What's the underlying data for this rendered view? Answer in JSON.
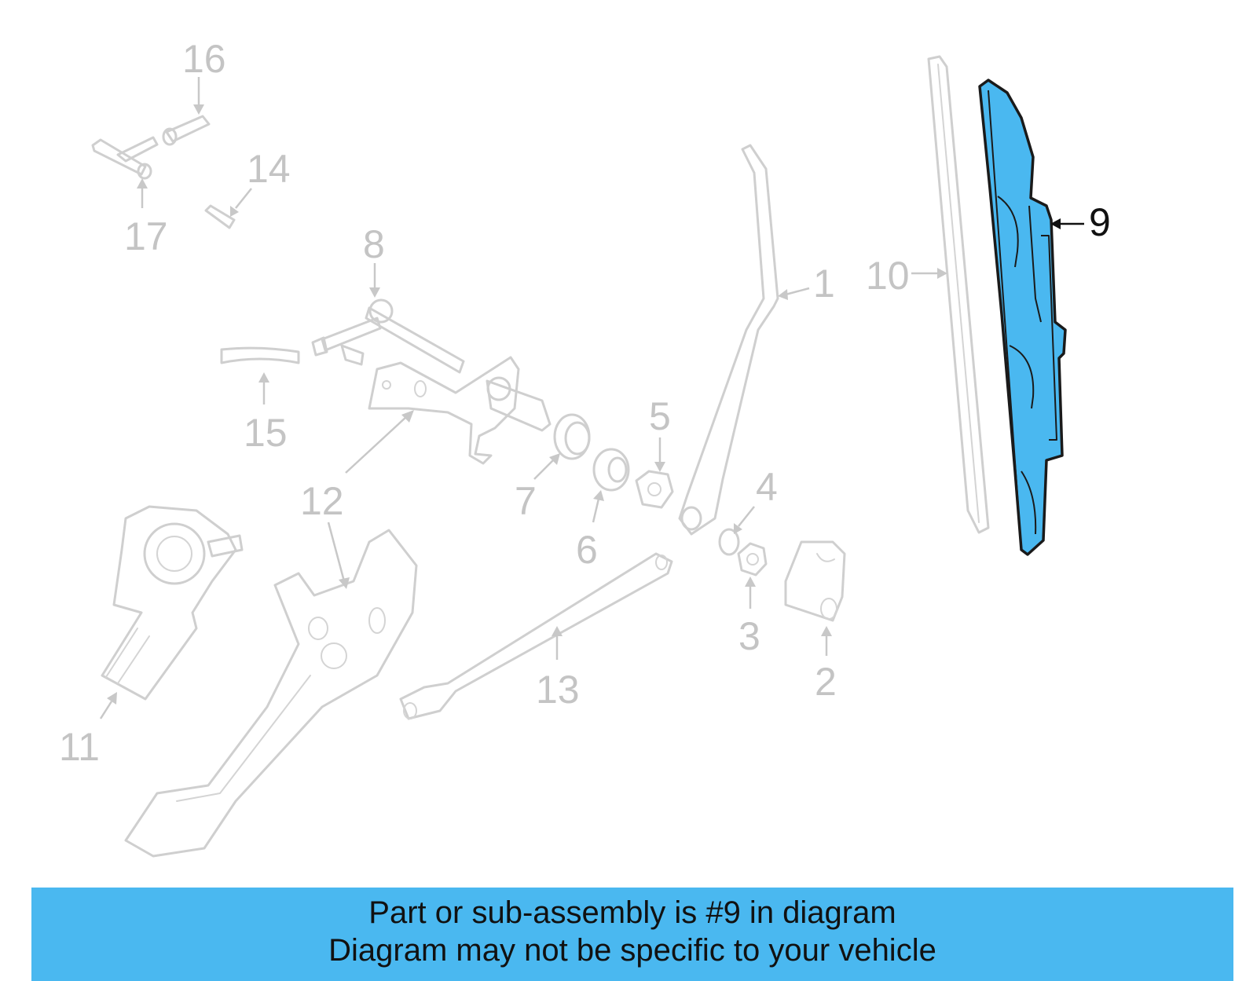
{
  "callouts": {
    "c1": "1",
    "c2": "2",
    "c3": "3",
    "c4": "4",
    "c5": "5",
    "c6": "6",
    "c7": "7",
    "c8": "8",
    "c9": "9",
    "c10": "10",
    "c11": "11",
    "c12": "12",
    "c13": "13",
    "c14": "14",
    "c15": "15",
    "c16": "16",
    "c17": "17"
  },
  "highlighted_part": "9",
  "colors": {
    "highlight": "#4ab8f0",
    "faded_part": "#cfcfcf",
    "active_text": "#111111"
  },
  "banner": {
    "line1": "Part or sub-assembly is #9 in diagram",
    "line2": "Diagram may not be specific to your vehicle"
  }
}
